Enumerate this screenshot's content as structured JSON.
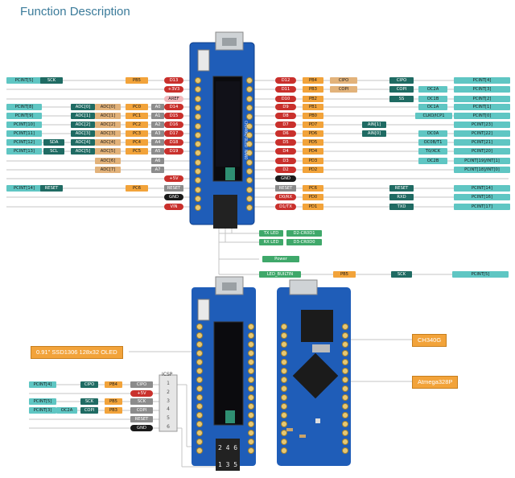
{
  "title": "Function Description",
  "colors": {
    "gray": "#8c8c8c",
    "red": "#c9302c",
    "yellow": "#f2a33a",
    "tan": "#e2b27a",
    "teal": "#5fc6c3",
    "dark_teal": "#1f6b63",
    "pink": "#f2b8bc",
    "black": "#1a1a1a",
    "green": "#3fa86a",
    "board_blue": "#1f5db8"
  },
  "top_board": {
    "board_caption": "CH340G/OLED NANO",
    "left_labels": [
      {
        "text": "PCINT[5]",
        "color": "teal"
      },
      {
        "text": "SCK",
        "color": "dark_teal"
      },
      {
        "text": "PB5",
        "color": "yellow"
      },
      {
        "text": "D13",
        "color": "red"
      },
      {
        "text": "+3V3",
        "color": "red"
      },
      {
        "text": "AREF",
        "color": "pink"
      },
      {
        "text": "PCINT[8]",
        "color": "teal"
      },
      {
        "text": "ADC[0]",
        "color": "dark_teal"
      },
      {
        "text": "ADC[0]",
        "color": "tan"
      },
      {
        "text": "PC0",
        "color": "yellow"
      },
      {
        "text": "A0",
        "color": "gray"
      },
      {
        "text": "D14",
        "color": "red"
      },
      {
        "text": "PCINT[9]",
        "color": "teal"
      },
      {
        "text": "ADC[1]",
        "color": "dark_teal"
      },
      {
        "text": "ADC[1]",
        "color": "tan"
      },
      {
        "text": "PC1",
        "color": "yellow"
      },
      {
        "text": "A1",
        "color": "gray"
      },
      {
        "text": "D15",
        "color": "red"
      },
      {
        "text": "PCINT[10]",
        "color": "teal"
      },
      {
        "text": "ADC[2]",
        "color": "dark_teal"
      },
      {
        "text": "ADC[2]",
        "color": "tan"
      },
      {
        "text": "PC2",
        "color": "yellow"
      },
      {
        "text": "A2",
        "color": "gray"
      },
      {
        "text": "D16",
        "color": "red"
      },
      {
        "text": "PCINT[11]",
        "color": "teal"
      },
      {
        "text": "ADC[3]",
        "color": "dark_teal"
      },
      {
        "text": "ADC[3]",
        "color": "tan"
      },
      {
        "text": "PC3",
        "color": "yellow"
      },
      {
        "text": "A3",
        "color": "gray"
      },
      {
        "text": "D17",
        "color": "red"
      },
      {
        "text": "PCINT[12]",
        "color": "teal"
      },
      {
        "text": "SDA",
        "color": "dark_teal"
      },
      {
        "text": "ADC[4]",
        "color": "dark_teal"
      },
      {
        "text": "ADC[4]",
        "color": "tan"
      },
      {
        "text": "PC4",
        "color": "yellow"
      },
      {
        "text": "A4",
        "color": "gray"
      },
      {
        "text": "D18",
        "color": "red"
      },
      {
        "text": "PCINT[13]",
        "color": "teal"
      },
      {
        "text": "SCL",
        "color": "dark_teal"
      },
      {
        "text": "ADC[5]",
        "color": "dark_teal"
      },
      {
        "text": "ADC[5]",
        "color": "tan"
      },
      {
        "text": "PC5",
        "color": "yellow"
      },
      {
        "text": "A5",
        "color": "gray"
      },
      {
        "text": "D19",
        "color": "red"
      },
      {
        "text": "ADC[6]",
        "color": "tan"
      },
      {
        "text": "A6",
        "color": "gray"
      },
      {
        "text": "ADC[7]",
        "color": "tan"
      },
      {
        "text": "A7",
        "color": "gray"
      },
      {
        "text": "+5V",
        "color": "red"
      },
      {
        "text": "PCINT[14]",
        "color": "teal"
      },
      {
        "text": "RESET",
        "color": "dark_teal"
      },
      {
        "text": "PC6",
        "color": "yellow"
      },
      {
        "text": "RESET",
        "color": "gray"
      },
      {
        "text": "GND",
        "color": "black"
      },
      {
        "text": "VIN",
        "color": "red"
      }
    ],
    "right_labels": [
      {
        "text": "D12",
        "color": "red"
      },
      {
        "text": "PB4",
        "color": "yellow"
      },
      {
        "text": "CIPO",
        "color": "tan"
      },
      {
        "text": "CIPO",
        "color": "dark_teal"
      },
      {
        "text": "PCINT[4]",
        "color": "teal"
      },
      {
        "text": "D11",
        "color": "red"
      },
      {
        "text": "PB3",
        "color": "yellow"
      },
      {
        "text": "COPI",
        "color": "tan"
      },
      {
        "text": "COPI",
        "color": "dark_teal"
      },
      {
        "text": "OC2A",
        "color": "teal"
      },
      {
        "text": "PCINT[3]",
        "color": "teal"
      },
      {
        "text": "D10",
        "color": "red"
      },
      {
        "text": "PB2",
        "color": "yellow"
      },
      {
        "text": "SS",
        "color": "dark_teal"
      },
      {
        "text": "OC1B",
        "color": "teal"
      },
      {
        "text": "PCINT[2]",
        "color": "teal"
      },
      {
        "text": "D9",
        "color": "red"
      },
      {
        "text": "PB1",
        "color": "yellow"
      },
      {
        "text": "OC1A",
        "color": "teal"
      },
      {
        "text": "PCINT[1]",
        "color": "teal"
      },
      {
        "text": "D8",
        "color": "red"
      },
      {
        "text": "PB0",
        "color": "yellow"
      },
      {
        "text": "CLKO/ICP1",
        "color": "teal"
      },
      {
        "text": "PCINT[0]",
        "color": "teal"
      },
      {
        "text": "D7",
        "color": "red"
      },
      {
        "text": "PD7",
        "color": "yellow"
      },
      {
        "text": "AIN[1]",
        "color": "dark_teal"
      },
      {
        "text": "PCINT[23]",
        "color": "teal"
      },
      {
        "text": "D6",
        "color": "red"
      },
      {
        "text": "PD6",
        "color": "yellow"
      },
      {
        "text": "AIN[0]",
        "color": "dark_teal"
      },
      {
        "text": "OC0A",
        "color": "teal"
      },
      {
        "text": "PCINT[22]",
        "color": "teal"
      },
      {
        "text": "D5",
        "color": "red"
      },
      {
        "text": "PD5",
        "color": "yellow"
      },
      {
        "text": "OC0B/T1",
        "color": "teal"
      },
      {
        "text": "PCINT[21]",
        "color": "teal"
      },
      {
        "text": "D4",
        "color": "red"
      },
      {
        "text": "PD4",
        "color": "yellow"
      },
      {
        "text": "T0/XCK",
        "color": "teal"
      },
      {
        "text": "PCINT[20]",
        "color": "teal"
      },
      {
        "text": "D3",
        "color": "red"
      },
      {
        "text": "PD3",
        "color": "yellow"
      },
      {
        "text": "OC2B",
        "color": "teal"
      },
      {
        "text": "PCINT[19]/INT[1]",
        "color": "teal"
      },
      {
        "text": "D2",
        "color": "red"
      },
      {
        "text": "PD2",
        "color": "yellow"
      },
      {
        "text": "PCINT[18]/INT[0]",
        "color": "teal"
      },
      {
        "text": "GND",
        "color": "black"
      },
      {
        "text": "RESET",
        "color": "gray"
      },
      {
        "text": "PC6",
        "color": "yellow"
      },
      {
        "text": "RESET",
        "color": "dark_teal"
      },
      {
        "text": "PCINT[14]",
        "color": "teal"
      },
      {
        "text": "D0/RX",
        "color": "red"
      },
      {
        "text": "PD0",
        "color": "yellow"
      },
      {
        "text": "RXD",
        "color": "dark_teal"
      },
      {
        "text": "PCINT[16]",
        "color": "teal"
      },
      {
        "text": "D1/TX",
        "color": "red"
      },
      {
        "text": "PD1",
        "color": "yellow"
      },
      {
        "text": "TXD",
        "color": "dark_teal"
      },
      {
        "text": "PCINT[17]",
        "color": "teal"
      }
    ],
    "led_labels": [
      {
        "text": "TX LED",
        "color": "green"
      },
      {
        "text": "D2-CR0D1",
        "color": "green"
      },
      {
        "text": "RX LED",
        "color": "green"
      },
      {
        "text": "D3-CR0D0",
        "color": "green"
      },
      {
        "text": "Power",
        "color": "green"
      },
      {
        "text": "LED_BUILTIN",
        "color": "green"
      },
      {
        "text": "PB5",
        "color": "yellow"
      },
      {
        "text": "SCK",
        "color": "dark_teal"
      },
      {
        "text": "PCINT[5]",
        "color": "teal"
      }
    ]
  },
  "bottom_left": {
    "oled_callout": "0.91\" SSD1306 128x32 OLED",
    "icsp_title": "ICSP",
    "icsp_labels": [
      {
        "text": "PCINT[4]",
        "color": "teal"
      },
      {
        "text": "CIPO",
        "color": "dark_teal"
      },
      {
        "text": "PB4",
        "color": "yellow"
      },
      {
        "text": "CIPO",
        "color": "gray"
      },
      {
        "text": "+5V",
        "color": "red"
      },
      {
        "text": "PCINT[5]",
        "color": "teal"
      },
      {
        "text": "SCK",
        "color": "dark_teal"
      },
      {
        "text": "PB5",
        "color": "yellow"
      },
      {
        "text": "SCK",
        "color": "gray"
      },
      {
        "text": "PCINT[3]",
        "color": "teal"
      },
      {
        "text": "OC2A",
        "color": "teal"
      },
      {
        "text": "COPI",
        "color": "dark_teal"
      },
      {
        "text": "PB3",
        "color": "yellow"
      },
      {
        "text": "COPI",
        "color": "gray"
      },
      {
        "text": "RESET",
        "color": "gray"
      },
      {
        "text": "GND",
        "color": "black"
      }
    ],
    "icsp_numbers": [
      "1",
      "2",
      "3",
      "4",
      "5",
      "6"
    ],
    "header_numbers_top": "2 4 6",
    "header_numbers_bottom": "1 3 5"
  },
  "bottom_right": {
    "usb_chip_callout": "CH340G",
    "mcu_callout": "Atmega328P"
  }
}
